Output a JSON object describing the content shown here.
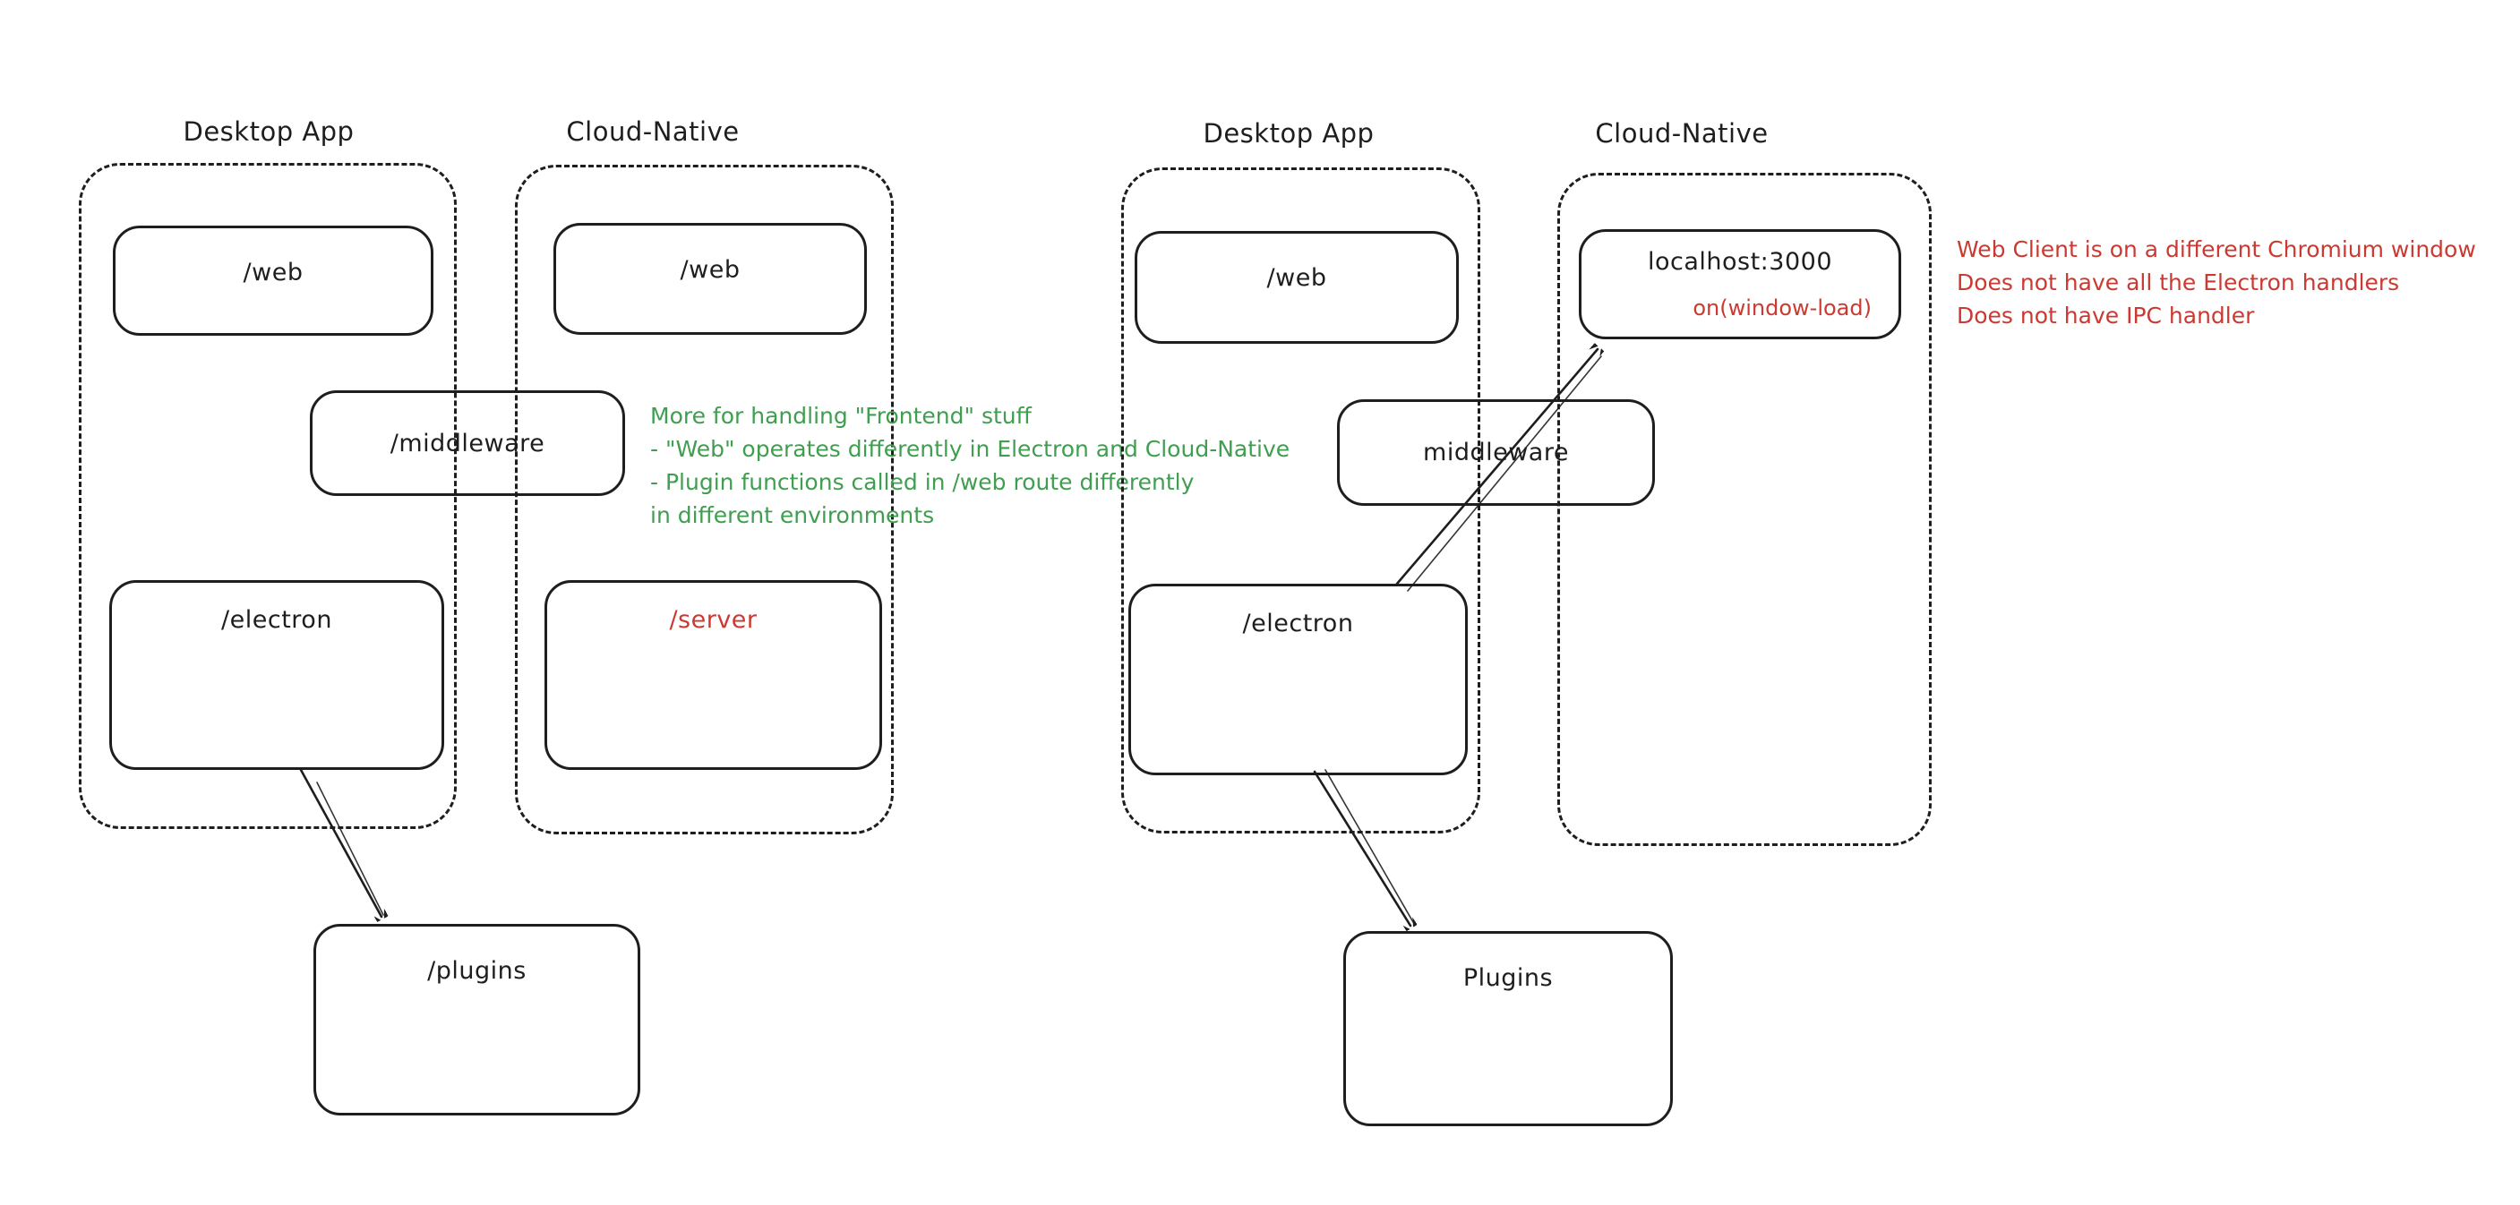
{
  "colors": {
    "ink": "#1e1e1e",
    "green": "#3f9e4f",
    "red": "#cb3a32"
  },
  "left_diagram": {
    "desktop": {
      "label": "Desktop App",
      "web": "/web",
      "electron": "/electron"
    },
    "cloud": {
      "label": "Cloud-Native",
      "web": "/web",
      "server": "/server"
    },
    "middleware": "/middleware",
    "plugins": "/plugins",
    "green_note": {
      "lines": [
        "More for handling \"Frontend\" stuff",
        "- \"Web\" operates differently in Electron and Cloud-Native",
        "- Plugin functions called in /web route differently",
        "in different environments"
      ]
    }
  },
  "right_diagram": {
    "desktop": {
      "label": "Desktop App",
      "web": "/web",
      "electron": "/electron"
    },
    "cloud": {
      "label": "Cloud-Native",
      "localhost_title": "localhost:3000",
      "localhost_event": "on(window-load)"
    },
    "middleware": "middleware",
    "plugins": "Plugins",
    "red_note": {
      "lines": [
        "Web Client is on a different Chromium window",
        "Does not have all the Electron handlers",
        "Does not have IPC handler"
      ]
    }
  }
}
